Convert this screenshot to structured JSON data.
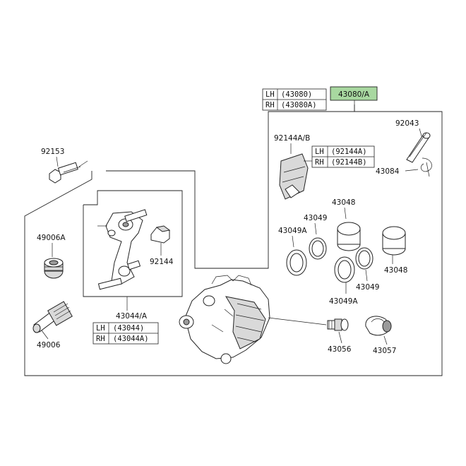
{
  "labels": {
    "assembly": "43080/A",
    "p92043": "92043",
    "p92153": "92153",
    "p92144ab": "92144A/B",
    "p43084": "43084",
    "p43048_top": "43048",
    "p43049_top": "43049",
    "p43049a_top": "43049A",
    "p43048_bot": "43048",
    "p43049_bot": "43049",
    "p43049a_bot": "43049A",
    "p49006a": "49006A",
    "p92144": "92144",
    "p43044a": "43044/A",
    "p49006": "49006",
    "p43056": "43056",
    "p43057": "43057"
  },
  "tables": {
    "t43080": {
      "lh": "LH",
      "lh_val": "(43080)",
      "rh": "RH",
      "rh_val": "(43080A)"
    },
    "t92144": {
      "lh": "LH",
      "lh_val": "(92144A)",
      "rh": "RH",
      "rh_val": "(92144B)"
    },
    "t43044": {
      "lh": "LH",
      "lh_val": "(43044)",
      "rh": "RH",
      "rh_val": "(43044A)"
    }
  },
  "colors": {
    "highlight": "#a8d8a0",
    "ink": "#222222"
  }
}
